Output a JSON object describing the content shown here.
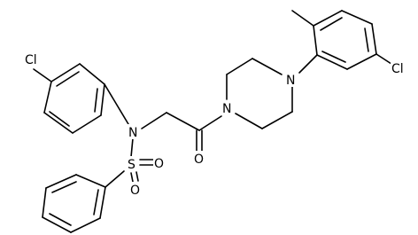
{
  "diagram": {
    "type": "chemical-structure",
    "atom_labels": {
      "cl_left": "Cl",
      "n_sulfonamide": "N",
      "s_sulfonyl": "S",
      "o_sulfonyl_right": "O",
      "o_sulfonyl_bottom": "O",
      "o_carbonyl": "O",
      "n_piperazine_left": "N",
      "n_piperazine_right": "N",
      "cl_right": "Cl"
    }
  }
}
